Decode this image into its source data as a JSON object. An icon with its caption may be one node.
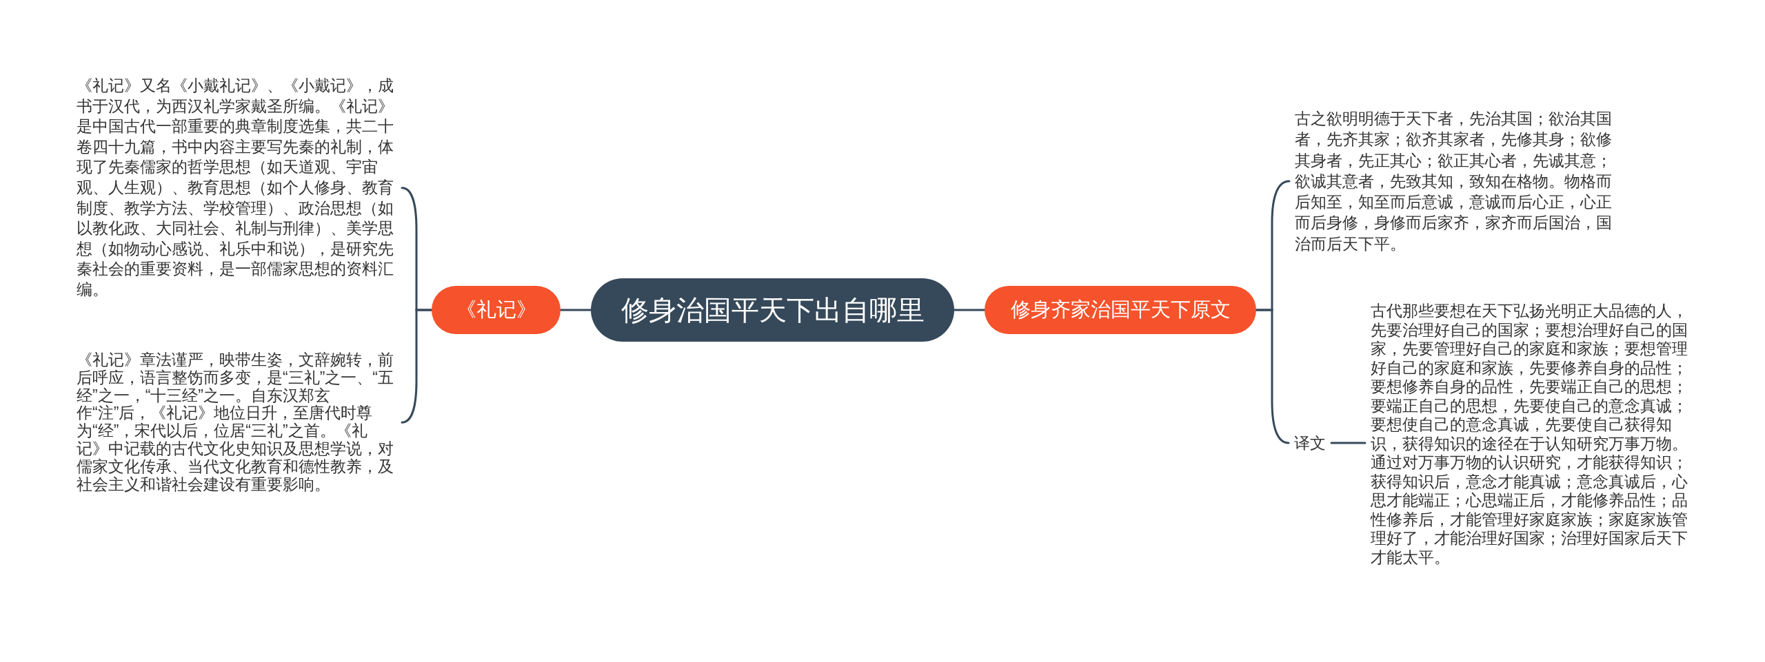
{
  "diagram": {
    "nodes": [
      {
        "text": [
          "修身治国平天下出自哪里"
        ]
      },
      {
        "text": [
          "《礼记》"
        ]
      },
      {
        "text": [
          "《礼记》又名《小戴礼记》、《小戴记》，成书于汉代，为西汉礼学家戴圣所编。《礼记》是中国古代一部重要的典章制度选集，共二十卷四十九篇，书中内容主要写先秦的礼制，体现了先秦儒家的哲学思想（如天道观、宇宙观、人生观）、教育思想（如个人修身、教育制度、教学方法、学校管理）、政治思想（如以教化政、大同社会、礼制与刑律）、美学思想（如物动心感说、礼乐中和说），是研究先秦社会的重要资料，是一部儒家思想的资料汇编。"
        ]
      },
      {
        "text": [
          "《礼记》章法谨严，映带生姿，文辞婉转，前后呼应，语言整饬而多变，是“三礼”之一、“五经”之一，“十三经”之一。自东汉郑玄作“注”后，《礼记》地位日升，至唐代时尊为“经”，宋代以后，位居“三礼”之首。《礼记》中记载的古代文化史知识及思想学说，对儒家文化传承、当代文化教育和德性教养，及社会主义和谐社会建设有重要影响。"
        ]
      },
      {
        "text": [
          "修身齐家治国平天下原文"
        ]
      },
      {
        "text": [
          "古之欲明明德于天下者，先治其国；欲治其国者，先齐其家；欲齐其家者，先修其身；欲修其身者，先正其心；欲正其心者，先诚其意；欲诚其意者，先致其知，致知在格物。物格而后知至，知至而后意诚，意诚而后心正，心正而后身修，身修而后家齐，家齐而后国治，国治而后天下平。"
        ]
      },
      {
        "text": [
          "译文"
        ]
      },
      {
        "text": [
          "古代那些要想在天下弘扬光明正大品德的人，先要治理好自己的国家；要想治理好自己的国家，先要管理好自己的家庭和家族；要想管理好自己的家庭和家族，先要修养自身的品性；要想修养自身的品性，先要端正自己的思想；要端正自己的思想，先要使自己的意念真诚；要想使自己的意念真诚，先要使自己获得知识，获得知识的途径在于认知研究万事万物。通过对万事万物的认识研究，才能获得知识；获得知识后，意念才能真诚；意念真诚后，心思才能端正；心思端正后，才能修养品性；品性修养后，才能管理好家庭家族；家庭家族管理好了，才能治理好国家；治理好国家后天下才能太平。"
        ]
      }
    ],
    "edges": [
      {
        "from": 0,
        "to": 1,
        "arrow": "none"
      },
      {
        "from": 1,
        "to": 2,
        "arrow": "none"
      },
      {
        "from": 1,
        "to": 3,
        "arrow": "none"
      },
      {
        "from": 0,
        "to": 4,
        "arrow": "none"
      },
      {
        "from": 4,
        "to": 5,
        "arrow": "none"
      },
      {
        "from": 4,
        "to": 6,
        "arrow": "none"
      },
      {
        "from": 6,
        "to": 7,
        "arrow": "none"
      }
    ]
  }
}
